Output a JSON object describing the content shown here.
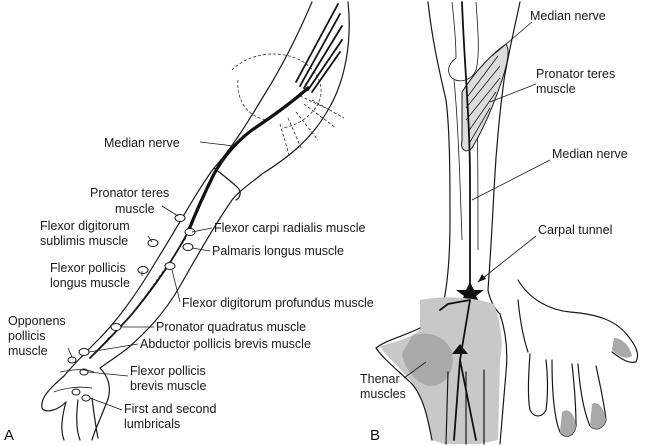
{
  "panel_a": {
    "letter": "A",
    "labels": {
      "median_nerve": "Median nerve",
      "pronator_teres_1": "Pronator teres",
      "pronator_teres_2": "muscle",
      "flexor_carpi_radialis": "Flexor carpi radialis muscle",
      "flexor_digitorum_sublimis_1": "Flexor digitorum",
      "flexor_digitorum_sublimis_2": "sublimis muscle",
      "palmaris_longus": "Palmaris longus muscle",
      "flexor_pollicis_longus_1": "Flexor pollicis",
      "flexor_pollicis_longus_2": "longus muscle",
      "flexor_digitorum_profundus": "Flexor digitorum profundus muscle",
      "opponens_pollicis_1": "Opponens",
      "opponens_pollicis_2": "pollicis",
      "opponens_pollicis_3": "muscle",
      "pronator_quadratus": "Pronator quadratus muscle",
      "abductor_pollicis_brevis": "Abductor pollicis brevis muscle",
      "flexor_pollicis_brevis_1": "Flexor pollicis",
      "flexor_pollicis_brevis_2": "brevis muscle",
      "lumbricals_1": "First and second",
      "lumbricals_2": "lumbricals"
    }
  },
  "panel_b": {
    "letter": "B",
    "labels": {
      "median_nerve_top": "Median nerve",
      "pronator_teres_1": "Pronator teres",
      "pronator_teres_2": "muscle",
      "median_nerve_mid": "Median nerve",
      "carpal_tunnel": "Carpal tunnel",
      "thenar_1": "Thenar",
      "thenar_2": "muscles"
    }
  }
}
